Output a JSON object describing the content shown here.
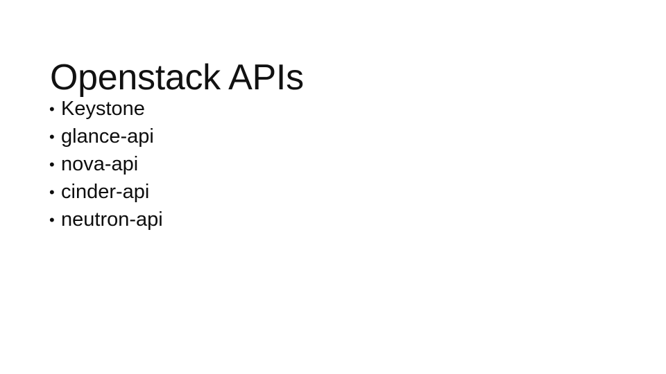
{
  "slide": {
    "title": "Openstack APIs",
    "background_color": "#ffffff",
    "text_color": "#0d0d0d",
    "bullet_glyph": "•",
    "bullets": [
      {
        "label": "Keystone"
      },
      {
        "label": "glance-api"
      },
      {
        "label": "nova-api"
      },
      {
        "label": "cinder-api"
      },
      {
        "label": "neutron-api"
      }
    ]
  }
}
